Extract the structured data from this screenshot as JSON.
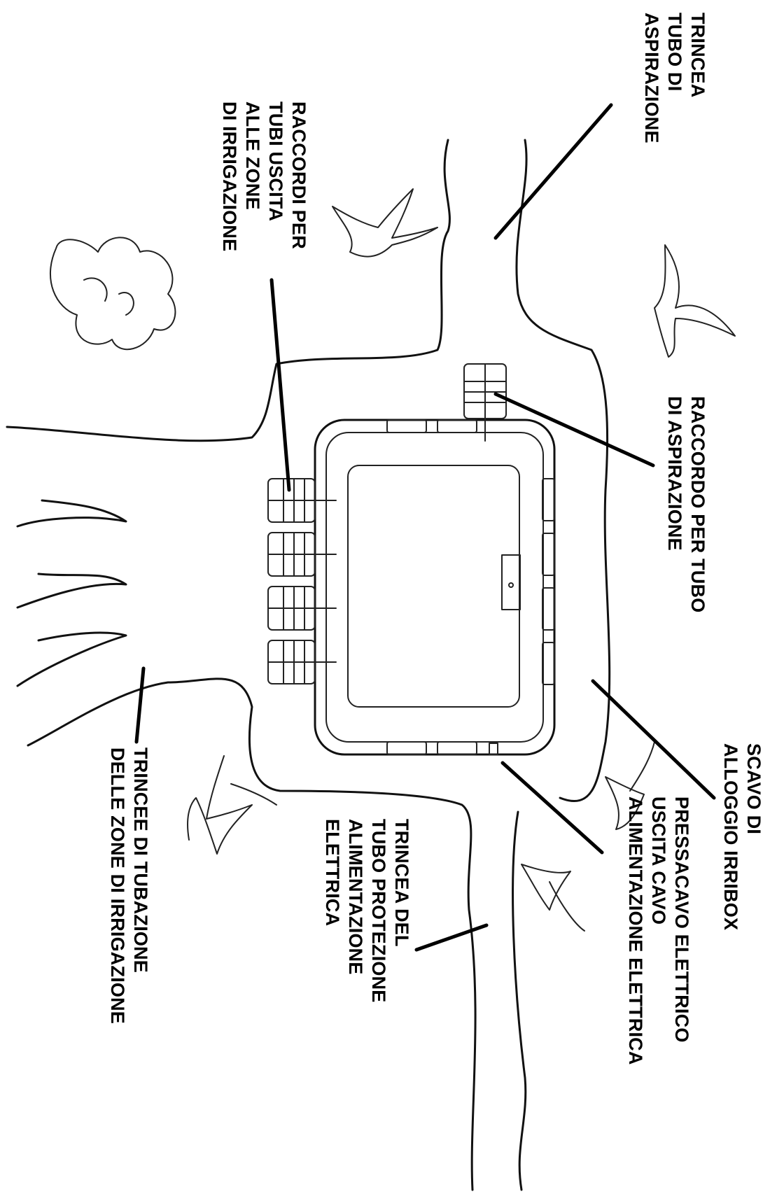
{
  "labels": {
    "trincea_aspirazione": [
      "TRINCEA",
      "TUBO DI",
      "ASPIRAZIONE"
    ],
    "raccordi_uscita": [
      "RACCORDI PER",
      "TUBI USCITA",
      "ALLE ZONE",
      "DI IRRIGAZIONE"
    ],
    "raccordo_aspirazione": [
      "RACCORDO PER TUBO",
      "DI ASPIRAZIONE"
    ],
    "scavo_irribox": [
      "SCAVO DI",
      "ALLOGGIO IRRIBOX"
    ],
    "pressacavo": [
      "PRESSACAVO ELETTRICO",
      "USCITA CAVO",
      "ALIMENTAZIONE ELETTRICA"
    ],
    "trincea_alimentazione": [
      "TRINCEA DEL",
      "TUBO PROTEZIONE",
      "ALIMENTAZIONE",
      "ELETTRICA"
    ],
    "trincee_zone": [
      "TRINCEE DI TUBAZIONE",
      "DELLE ZONE DI IRRIGAZIONE"
    ]
  }
}
